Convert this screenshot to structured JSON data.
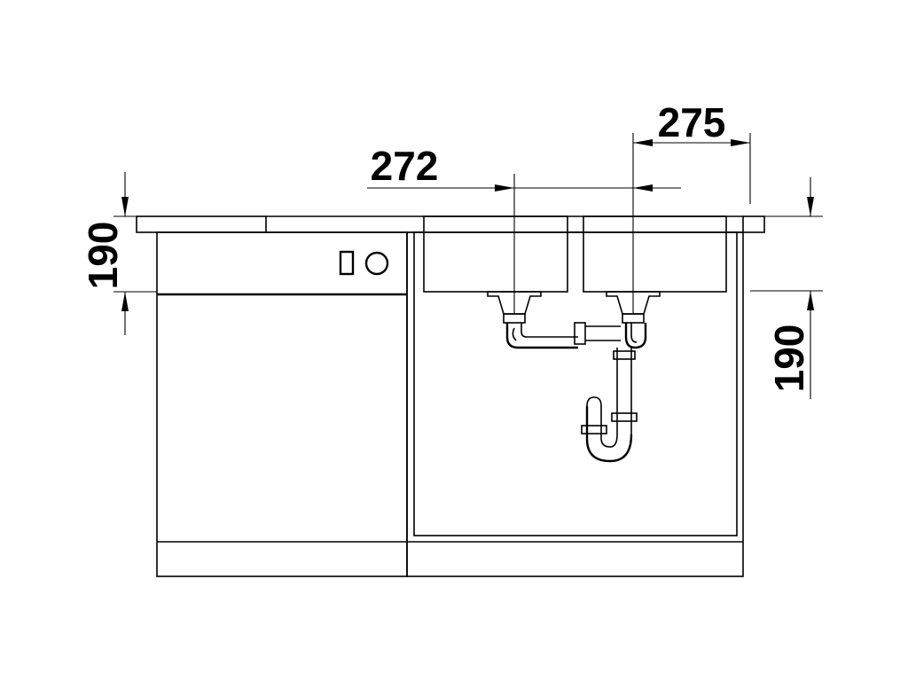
{
  "dimensions": {
    "top_left_height": "190",
    "right_height": "190",
    "left_bowl_drain_offset": "272",
    "right_bowl_drain_offset": "275"
  },
  "colors": {
    "line": "#000000",
    "background": "#ffffff"
  }
}
